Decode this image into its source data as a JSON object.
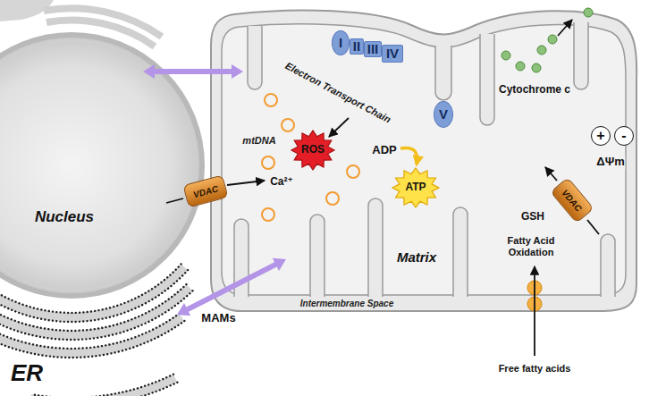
{
  "diagram": {
    "nodes": [
      {
        "text": [
          "Nucleus"
        ]
      },
      {
        "text": [
          "ER"
        ]
      },
      {
        "text": [
          "Matrix",
          "Intermembrane Space"
        ]
      },
      {
        "text": [
          "I"
        ],
        "in": 2
      },
      {
        "text": [
          "II"
        ],
        "in": 2
      },
      {
        "text": [
          "III"
        ],
        "in": 2
      },
      {
        "text": [
          "IV"
        ],
        "in": 2
      },
      {
        "text": [
          "V"
        ],
        "in": 2
      },
      {
        "text": [
          "ROS"
        ],
        "in": 2
      },
      {
        "text": [
          "ATP"
        ],
        "in": 2
      },
      {
        "text": [
          "VDAC"
        ],
        "in": 2
      },
      {
        "text": [
          "VDAC"
        ],
        "in": 2
      },
      {
        "text": [
          "+"
        ],
        "in": 2
      },
      {
        "text": [
          "-"
        ],
        "in": 2
      }
    ],
    "edges": [
      {
        "from": 0,
        "to": 2,
        "arrow": "both"
      },
      {
        "from": 1,
        "to": 2,
        "label": "MAMs",
        "arrow": "both"
      }
    ],
    "labels": [
      "Electron Transport Chain",
      "mtDNA",
      "Ca²⁺",
      "ADP",
      "Cytochrome c",
      "ΔΨm",
      "GSH",
      "Fatty Acid Oxidation",
      "Free fatty acids"
    ]
  }
}
